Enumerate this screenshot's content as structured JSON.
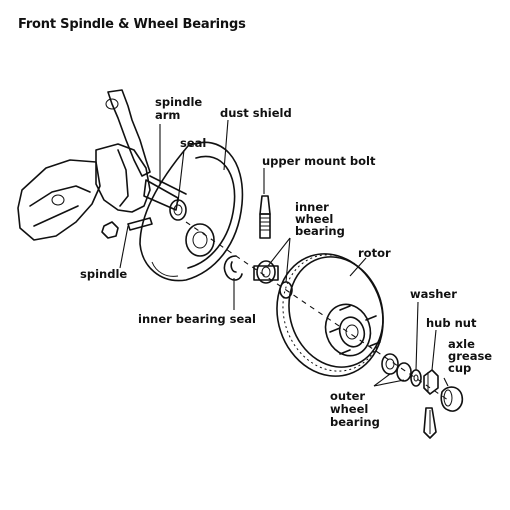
{
  "title": "Front Spindle & Wheel Bearings",
  "labels": {
    "spindle_arm_1": "spindle",
    "spindle_arm_2": "arm",
    "seal": "seal",
    "dust_shield": "dust shield",
    "upper_mount_bolt": "upper mount bolt",
    "inner_wheel_bearing_1": "inner",
    "inner_wheel_bearing_2": "wheel",
    "inner_wheel_bearing_3": "bearing",
    "spindle": "spindle",
    "rotor": "rotor",
    "inner_bearing_seal": "inner bearing seal",
    "washer": "washer",
    "hub_nut": "hub nut",
    "axle_grease_cup_1": "axle",
    "axle_grease_cup_2": "grease",
    "axle_grease_cup_3": "cup",
    "outer_wheel_bearing_1": "outer",
    "outer_wheel_bearing_2": "wheel",
    "outer_wheel_bearing_3": "bearing"
  }
}
